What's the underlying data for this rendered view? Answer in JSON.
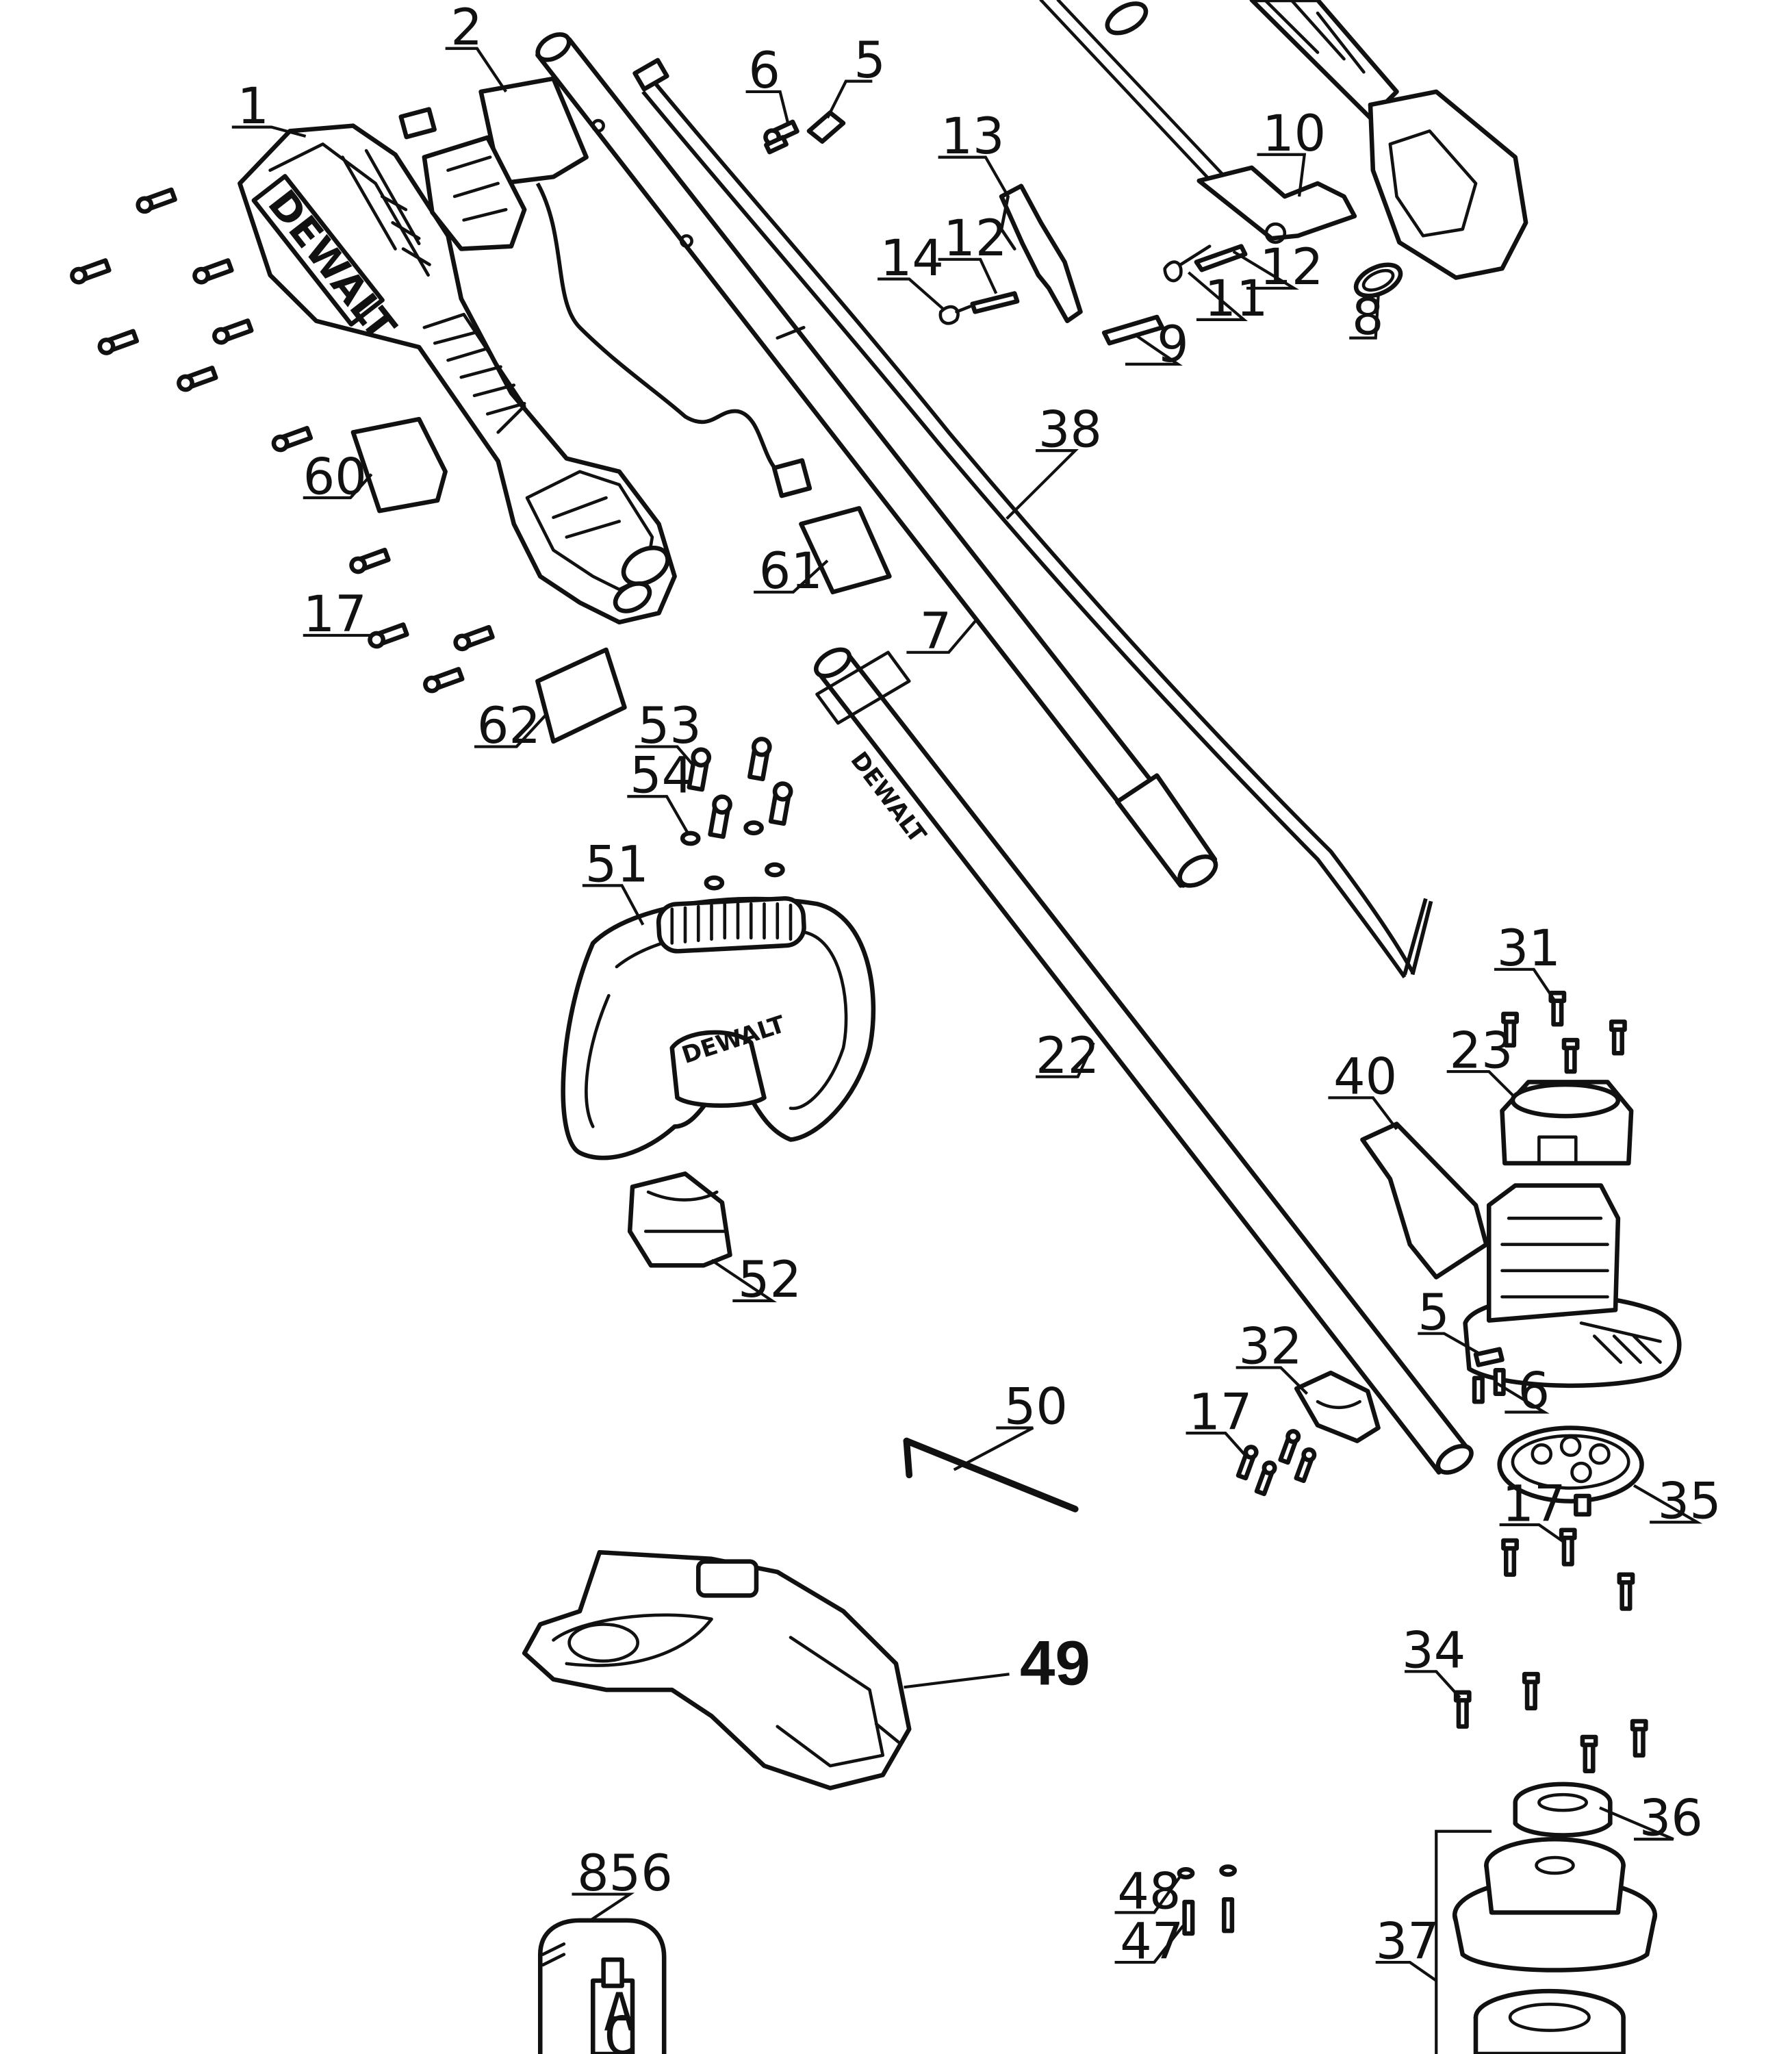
{
  "brand": "DEWALT",
  "callouts": {
    "c1": "1",
    "c2": "2",
    "c5a": "5",
    "c5b": "5",
    "c6a": "6",
    "c6b": "6",
    "c7": "7",
    "c8": "8",
    "c9": "9",
    "c10": "10",
    "c11": "11",
    "c12a": "12",
    "c12b": "12",
    "c13": "13",
    "c14": "14",
    "c17a": "17",
    "c17b": "17",
    "c17c": "17",
    "c22": "22",
    "c23": "23",
    "c31": "31",
    "c32": "32",
    "c34": "34",
    "c35": "35",
    "c36": "36",
    "c37": "37",
    "c38": "38",
    "c40": "40",
    "c47": "47",
    "c48": "48",
    "c49": "49",
    "c50": "50",
    "c51": "51",
    "c52": "52",
    "c53": "53",
    "c54": "54",
    "c60": "60",
    "c61": "61",
    "c62": "62",
    "c856": "856"
  },
  "tag_letters": [
    "A",
    "C"
  ]
}
